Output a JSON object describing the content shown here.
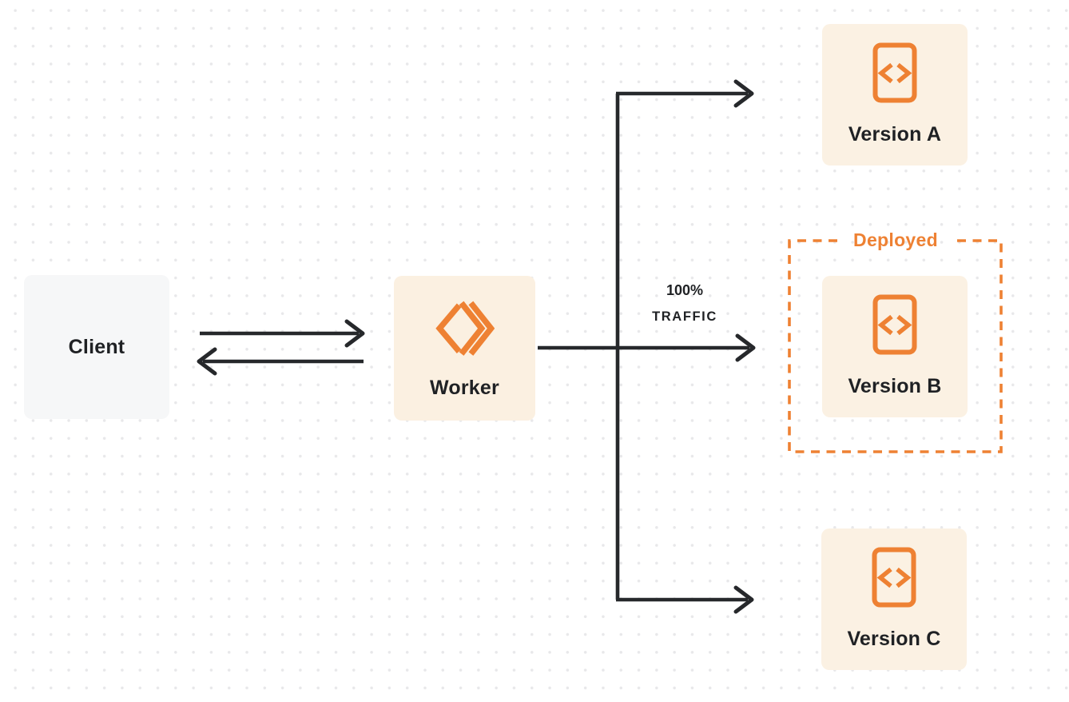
{
  "theme": {
    "background": "#ffffff",
    "dot_color": "#e8e8ea",
    "accent_orange": "#ee8133",
    "arrow_color": "#26282b",
    "label_color": "#1f2124",
    "version_node_bg": "#fbf1e3",
    "worker_node_bg": "#fbf0e1",
    "client_node_bg": "#f6f7f8"
  },
  "diagram": {
    "client": {
      "label": "Client"
    },
    "worker": {
      "label": "Worker",
      "icon": "workers-double-chevron-icon"
    },
    "versions": [
      {
        "label": "Version A",
        "icon": "code-file-icon"
      },
      {
        "label": "Version B",
        "icon": "code-file-icon",
        "badge": "Deployed"
      },
      {
        "label": "Version C",
        "icon": "code-file-icon"
      }
    ],
    "deployed_label": "Deployed",
    "traffic_label": {
      "percent": "100%",
      "word": "TRAFFIC"
    }
  }
}
